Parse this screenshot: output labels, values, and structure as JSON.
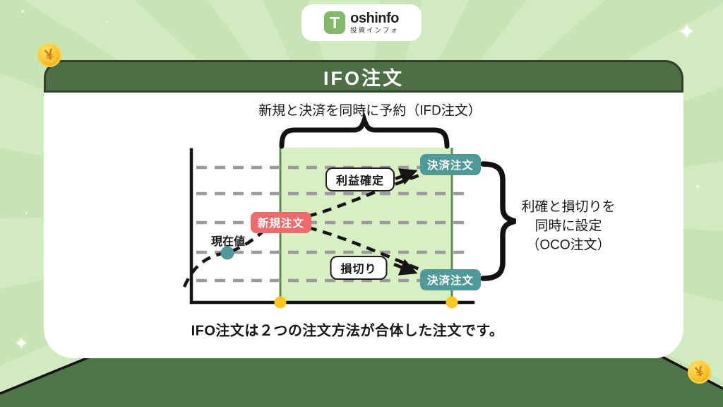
{
  "brand": {
    "mark": "T",
    "name": "oshinfo",
    "subtitle": "投資インフォ"
  },
  "header": {
    "title": "IFO注文"
  },
  "diagram": {
    "ifd_caption": "新規と決済を同時に予約（IFD注文）",
    "new_order_label": "新規注文",
    "take_profit_label": "利益確定",
    "stop_loss_label": "損切り",
    "close_order_top_label": "決済注文",
    "close_order_bottom_label": "決済注文",
    "current_price_label": "現在値",
    "oco_label_lines": [
      "利確と損切りを",
      "同時に設定",
      "（OCO注文）"
    ]
  },
  "footer": {
    "caption": "IFO注文は２つの注文方法が合体した注文です。"
  },
  "icons": {
    "coin_symbol": "¥",
    "sparkle": "✦"
  },
  "colors": {
    "background_green": "#c8e3b4",
    "panel_dark_green": "#4d6f46",
    "highlight_region_green": "#d8efc4",
    "region_line_green": "#5b8d4e",
    "accent_teal": "#4f9a98",
    "accent_red": "#ee6b6b",
    "marker_yellow": "#fdc520",
    "grid_gray": "#9b9b9b",
    "ink_black": "#141414"
  }
}
